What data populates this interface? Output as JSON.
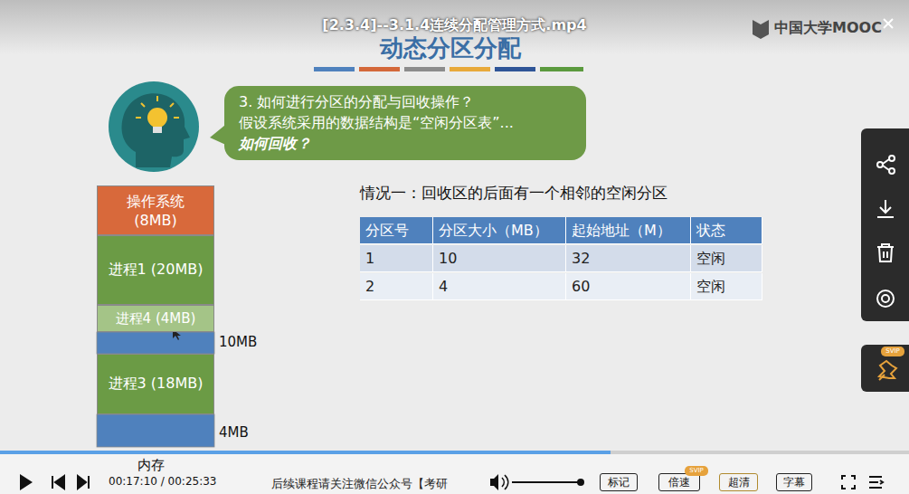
{
  "diagram": {
    "title": "动态分区分配",
    "nodes": [
      {
        "text": [
          "3. 如何进行分区的分配与回收操作？",
          "假设系统采用的数据结构是“空闲分区表”...",
          "如何回收？"
        ]
      },
      {
        "text": [
          "操作系统 (8MB)"
        ]
      },
      {
        "text": [
          "进程1 (20MB)"
        ]
      },
      {
        "text": [
          "进程4 (4MB)"
        ]
      },
      {
        "text": [
          "进程3 (18MB)"
        ]
      },
      {
        "text": [
          "SVIP"
        ]
      },
      {
        "text": [
          "标记"
        ]
      },
      {
        "text": [
          "倍速"
        ]
      },
      {
        "text": [
          "SVIP"
        ]
      },
      {
        "text": [
          "超清"
        ]
      },
      {
        "text": [
          "字幕"
        ]
      }
    ],
    "labels": [
      "[2.3.4]--3.1.4连续分配管理方式.mp4",
      "中国大学MOOC",
      "10MB",
      "4MB",
      "内存",
      "情况一：回收区的后面有一个相邻的空闲分区",
      "分区号",
      "分区大小（MB）",
      "起始地址（M）",
      "状态",
      "1",
      "10",
      "32",
      "空闲",
      "2",
      "4",
      "60",
      "空闲",
      "00:17:10 / 00:25:33",
      "后续课程请关注微信公众号【考研"
    ]
  }
}
